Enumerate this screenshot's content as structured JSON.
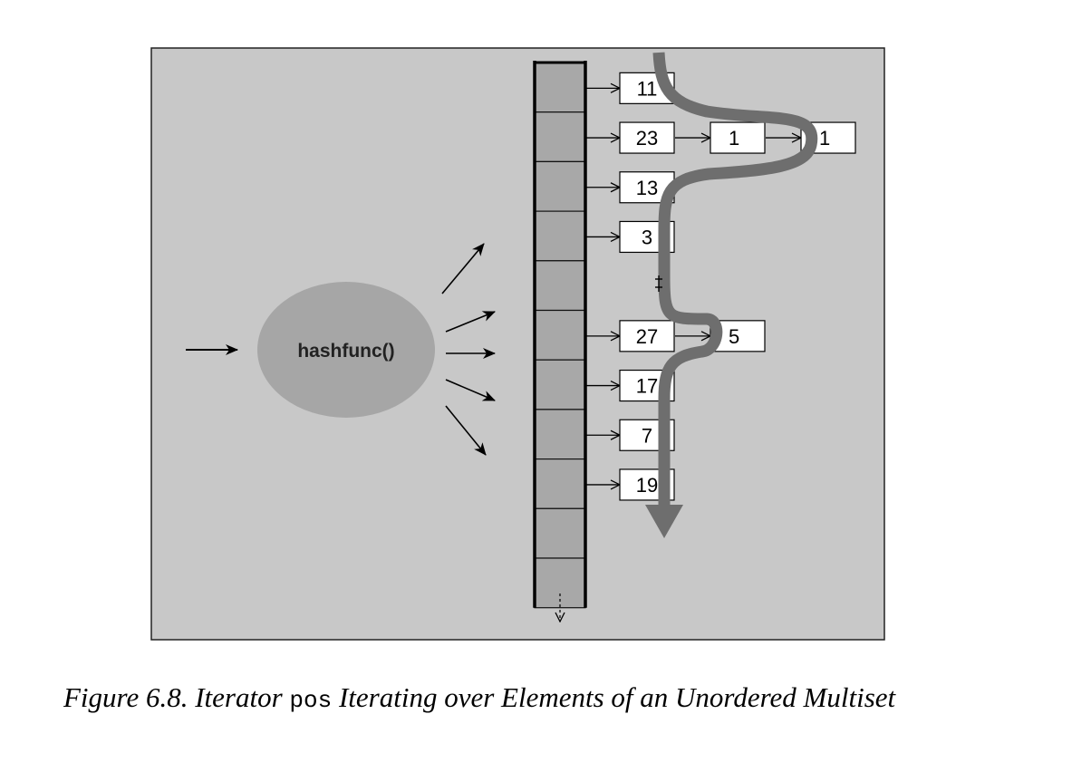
{
  "diagram": {
    "hash_function": {
      "label": "hashfunc()"
    },
    "buckets": {
      "count": 11,
      "chains": [
        {
          "bucket": 0,
          "nodes": [
            "11"
          ]
        },
        {
          "bucket": 1,
          "nodes": [
            "23",
            "1",
            "1"
          ]
        },
        {
          "bucket": 2,
          "nodes": [
            "13"
          ]
        },
        {
          "bucket": 3,
          "nodes": [
            "3"
          ]
        },
        {
          "bucket": 5,
          "nodes": [
            "27",
            "5"
          ]
        },
        {
          "bucket": 6,
          "nodes": [
            "17"
          ]
        },
        {
          "bucket": 7,
          "nodes": [
            "7"
          ]
        },
        {
          "bucket": 8,
          "nodes": [
            "19"
          ]
        }
      ]
    },
    "colors": {
      "background": "#c8c8c8",
      "bucket_fill": "#a8a8a8",
      "ellipse_fill": "#a6a6a6",
      "iterator_path": "#6e6e6e",
      "node_fill": "#ffffff"
    }
  },
  "caption": {
    "prefix": "Figure 6.8. Iterator ",
    "code": "pos",
    "suffix": " Iterating over Elements of an Unordered Multiset"
  }
}
